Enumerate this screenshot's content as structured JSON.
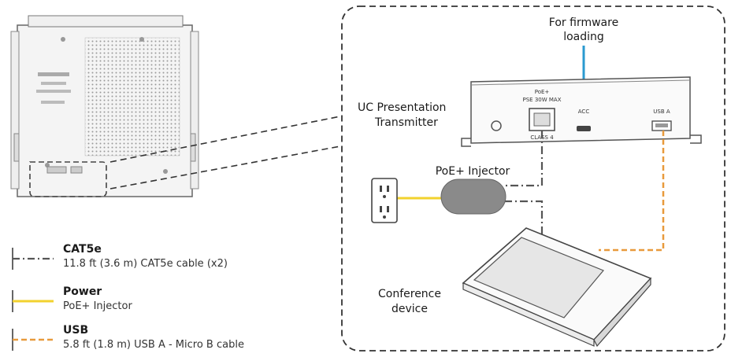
{
  "labels": {
    "firmware": [
      "For firmware",
      "loading"
    ],
    "transmitter": [
      "UC Presentation",
      "Transmitter"
    ],
    "injector": "PoE+ Injector",
    "conference": [
      "Conference",
      "device"
    ]
  },
  "port_labels": {
    "poe": [
      "PoE+",
      "PSE 30W MAX"
    ],
    "acc": "ACC",
    "usb_a": "USB A",
    "class": "CLASS 4"
  },
  "legend": [
    {
      "title": "CAT5e",
      "desc": "11.8 ft (3.6 m) CAT5e cable (x2)",
      "style": "dashdot",
      "color": "#555555"
    },
    {
      "title": "Power",
      "desc": "PoE+ Injector",
      "style": "solid",
      "color": "#f2d22e"
    },
    {
      "title": "USB",
      "desc": "5.8 ft (1.8 m) USB A - Micro B cable",
      "style": "dashed",
      "color": "#e89a3c"
    }
  ],
  "colors": {
    "firmware_line": "#2a9ad0",
    "power": "#f2d22e",
    "usb": "#e89a3c",
    "cat5e": "#555555",
    "injector": "#8a8a8a"
  }
}
